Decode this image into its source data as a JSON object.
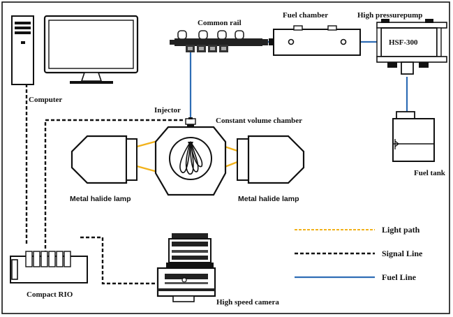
{
  "labels": {
    "computer": "Computer",
    "common_rail": "Common  rail",
    "fuel_chamber": "Fuel chamber",
    "high_pressure_pump": "High pressurepump",
    "pump_model": "HSF-300",
    "injector": "Injector",
    "constant_volume_chamber": "Constant volume chamber",
    "metal_halide_lamp_left": "Metal halide lamp",
    "metal_halide_lamp_right": "Metal halide lamp",
    "fuel_tank": "Fuel tank",
    "compact_rio": "Compact RIO",
    "high_speed_camera": "High speed camera"
  },
  "legend": [
    {
      "label": "Light path",
      "style": "dashed",
      "color": "#f2b21b"
    },
    {
      "label": "Signal Line",
      "style": "dashed",
      "color": "#111111"
    },
    {
      "label": "Fuel Line",
      "style": "solid",
      "color": "#2e6db5"
    }
  ],
  "colors": {
    "fuel_line": "#2e6db5",
    "signal_line": "#111111",
    "light_path": "#f2b21b",
    "outline": "#111111"
  }
}
